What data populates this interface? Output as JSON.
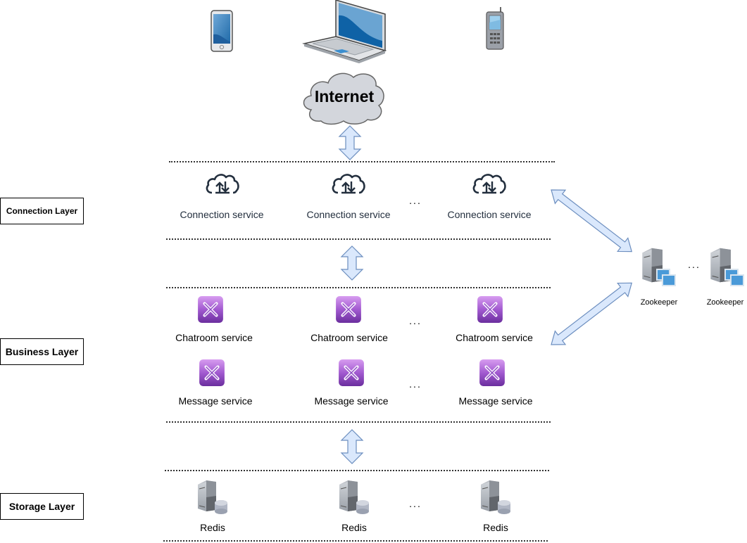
{
  "clients": {
    "devices": [
      {
        "name": "tablet",
        "icon": "tablet-icon"
      },
      {
        "name": "laptop",
        "icon": "laptop-icon"
      },
      {
        "name": "mobile phone",
        "icon": "mobile-phone-icon"
      }
    ],
    "internet_label": "Internet"
  },
  "layers": {
    "connection": {
      "label": "Connection Layer",
      "services": [
        "Connection service",
        "Connection service",
        "Connection service"
      ],
      "ellipsis": "..."
    },
    "business": {
      "label": "Business Layer",
      "chatroom_services": [
        "Chatroom service",
        "Chatroom service",
        "Chatroom service"
      ],
      "message_services": [
        "Message service",
        "Message service",
        "Message service"
      ],
      "ellipsis": "..."
    },
    "storage": {
      "label": "Storage Layer",
      "stores": [
        "Redis",
        "Redis",
        "Redis"
      ],
      "ellipsis": "..."
    }
  },
  "coordination": {
    "nodes": [
      "Zookeeper",
      "Zookeeper"
    ],
    "ellipsis": "..."
  },
  "colors": {
    "arrow_fill": "#dae8fc",
    "arrow_stroke": "#6c8ebf",
    "service_purple": "#8e4fc4",
    "cloud_gray": "#d3d6dc"
  }
}
